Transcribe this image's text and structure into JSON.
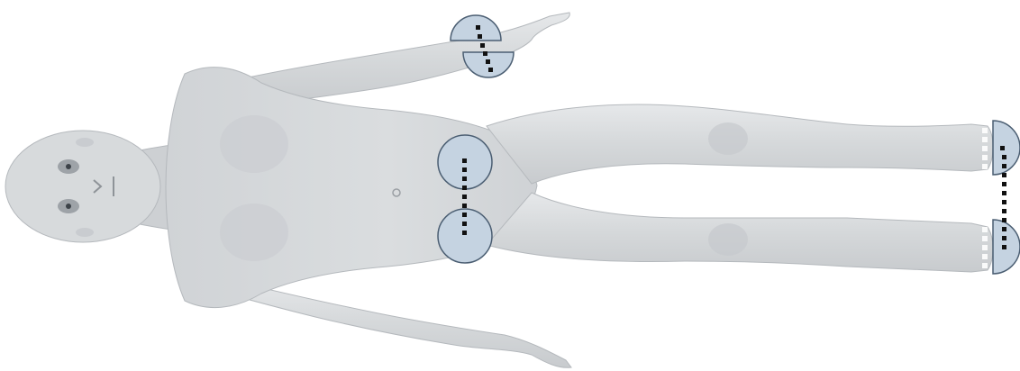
{
  "figure": {
    "colors": {
      "background": "#ffffff",
      "skin": "#d3d6d8",
      "skin_shadow": "#b8bcc0",
      "skin_highlight": "#e7e9ea",
      "marker_fill": "#c5d3e1",
      "marker_stroke": "#4b5e72",
      "dots": "#111111"
    },
    "markers": [
      {
        "name": "wrist-marker-upper"
      },
      {
        "name": "wrist-marker-lower"
      },
      {
        "name": "hip-marker-upper"
      },
      {
        "name": "hip-marker-lower"
      },
      {
        "name": "ankle-marker-upper"
      },
      {
        "name": "ankle-marker-lower"
      }
    ]
  }
}
